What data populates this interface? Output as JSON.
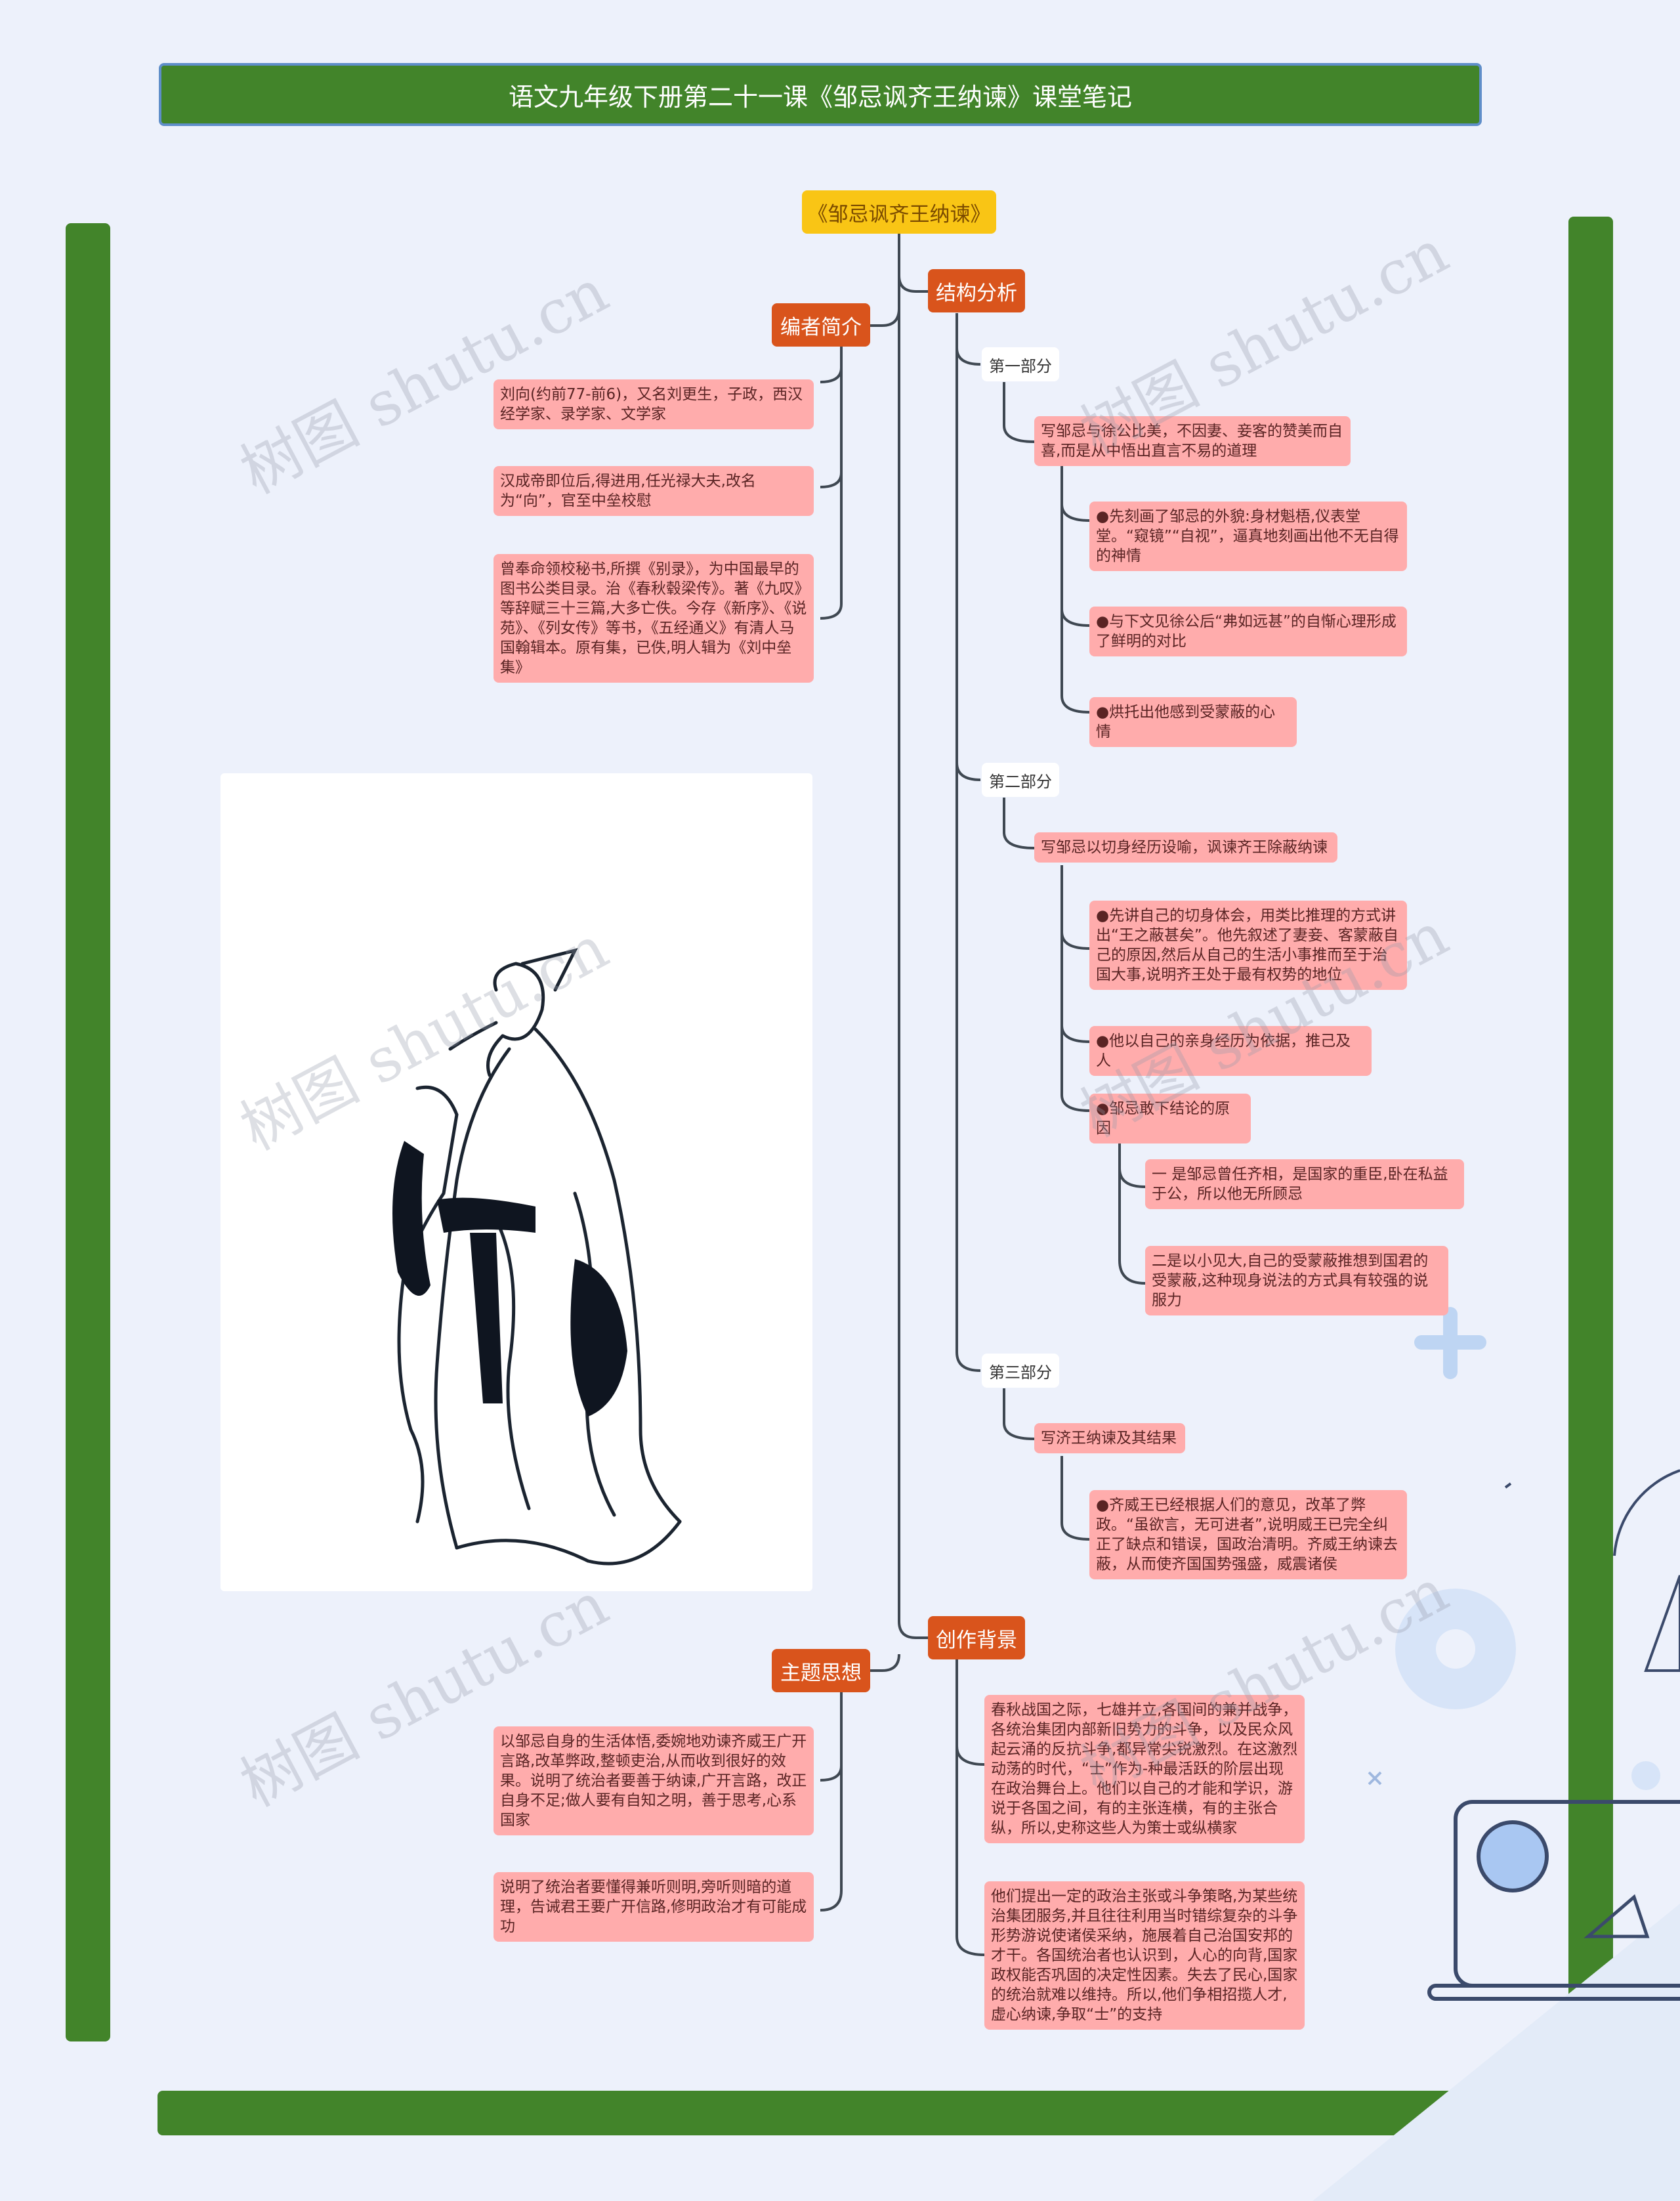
{
  "title": "语文九年级下册第二十一课《邹忌讽齐王纳谏》课堂笔记",
  "root": "《邹忌讽齐王纳谏》",
  "watermark": "树图 shutu.cn",
  "colors": {
    "bar": "#42842a",
    "root": "#f9c515",
    "branch": "#d9541c",
    "leaf": "#ffacac",
    "line": "#3f4852",
    "background": "#edf1fb"
  },
  "left": {
    "author": {
      "label": "编者简介",
      "items": [
        "刘向(约前77-前6)，又名刘更生，子政，西汉经学家、录学家、文学家",
        "汉成帝即位后,得进用,任光禄大夫,改名为“向”，官至中垒校慰",
        "曾奉命领校秘书,所撰《别录》，为中国最早的图书公类目录。治《春秋毂梁传》。著《九叹》等辞赋三十三篇,大多亡佚。今存《新序》、《说苑》、《列女传》等书，《五经通义》有清人马国翰辑本。原有集，已佚,明人辑为《刘中垒集》"
      ]
    },
    "theme": {
      "label": "主题思想",
      "items": [
        "以邹忌自身的生活体悟,委婉地劝谏齐威王广开言路,改革弊政,整顿吏治,从而收到很好的效果。说明了统治者要善于纳谏,广开言路，改正自身不足;做人要有自知之明，善于思考,心系国家",
        "说明了统治者要懂得兼听则明,旁听则暗的道理，告诫君王要广开信路,修明政治才有可能成功"
      ]
    }
  },
  "right": {
    "structure": {
      "label": "结构分析",
      "part1": {
        "label": "第一部分",
        "summary": "写邹忌与徐公比美，不因妻、妾客的赞美而自喜,而是从中悟出直言不易的道理",
        "items": [
          "●先刻画了邹忌的外貌:身材魁梧,仪表堂堂。“窥镜”“自视”，逼真地刻画出他不无自得的神情",
          "●与下文见徐公后“弗如远甚”的自惭心理形成了鲜明的对比",
          "●烘托出他感到受蒙蔽的心情"
        ]
      },
      "part2": {
        "label": "第二部分",
        "summary": "写邹忌以切身经历设喻，讽谏齐王除蔽纳谏",
        "items": [
          "●先讲自己的切身体会，用类比推理的方式讲出“王之蔽甚矣”。他先叙述了妻妾、客蒙蔽自己的原因,然后从自己的生活小事推而至于治国大事,说明齐王处于最有权势的地位",
          "●他以自己的亲身经历为依据，推己及人",
          "●邹忌敢下结论的原因"
        ],
        "reasons": [
          "一 是邹忌曾任齐相，是国家的重臣,卧在私益于公，所以他无所顾忌",
          "二是以小见大,自己的受蒙蔽推想到国君的受蒙蔽,这种现身说法的方式具有较强的说服力"
        ]
      },
      "part3": {
        "label": "第三部分",
        "summary": "写济王纳谏及其结果",
        "items": [
          "●齐威王已经根据人们的意见，改革了弊政。“虽欲言，无可进者”,说明威王已完全纠正了缺点和错误，国政治清明。齐威王纳谏去蔽，从而使齐国国势强盛，威震诸侯"
        ]
      }
    },
    "background": {
      "label": "创作背景",
      "items": [
        "春秋战国之际，七雄并立,各国间的兼并战争，各统治集团内部新旧势力的斗争，以及民众风起云涌的反抗斗争,都异常尖锐激烈。在这激烈动荡的时代，“士”作为-种最活跃的阶层出现在政治舞台上。他们以自己的才能和学识，游说于各国之间，有的主张连横，有的主张合纵，所以,史称这些人为策士或纵横家",
        "他们提出一定的政治主张或斗争策略,为某些统治集团服务,并且往往利用当时错综复杂的斗争形势游说使诸侯采纳，施展着自己治国安邦的才干。各国统治者也认识到，人心的向背,国家政权能否巩固的决定性因素。失去了民心,国家的统治就难以维持。所以,他们争相招揽人才,虚心纳谏,争取“士”的支持"
      ]
    }
  }
}
